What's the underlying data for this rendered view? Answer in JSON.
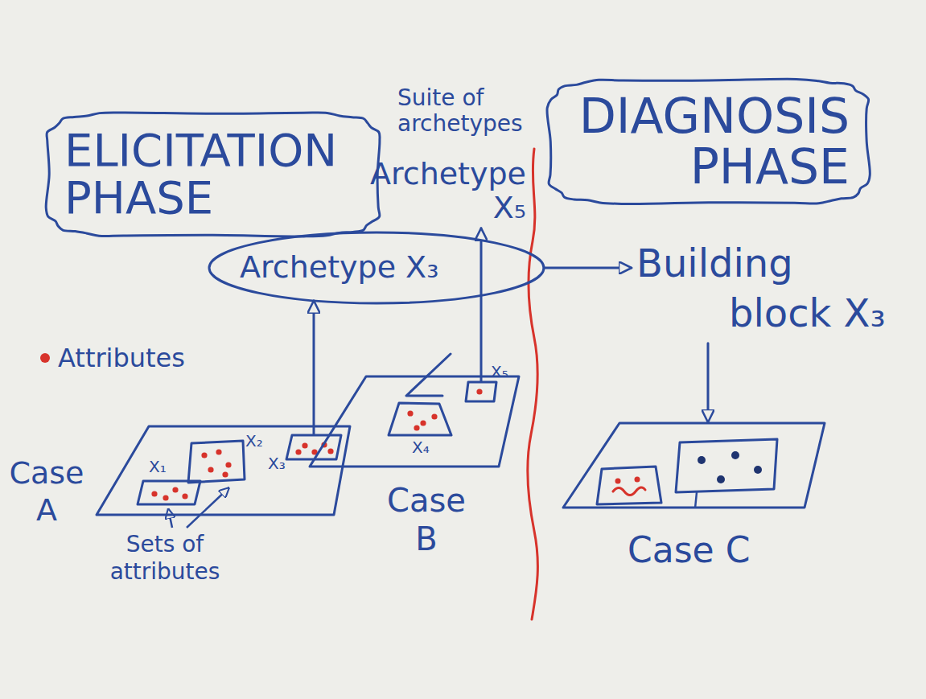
{
  "diagram": {
    "nodes": [
      {
        "text": [
          "ELICITATION PHASE"
        ]
      },
      {
        "text": [
          "DIAGNOSIS PHASE"
        ]
      },
      {
        "text": [
          "Archetype X₅"
        ]
      },
      {
        "text": [
          "Archetype X₃"
        ]
      },
      {
        "text": [
          "Building block X₃"
        ]
      },
      {
        "text": [
          "Case A"
        ]
      },
      {
        "text": [
          "X₁"
        ],
        "in": 5
      },
      {
        "text": [
          "X₂"
        ],
        "in": 5
      },
      {
        "text": [
          "X₃"
        ],
        "in": 5
      },
      {
        "text": [
          "Case B"
        ]
      },
      {
        "text": [
          "X₄"
        ],
        "in": 9
      },
      {
        "text": [
          "X₅"
        ],
        "in": 9
      },
      {
        "text": [
          "Case C"
        ]
      }
    ],
    "edges": [
      {
        "from": 8,
        "to": 3,
        "arrow": "to"
      },
      {
        "from": 11,
        "to": 2,
        "arrow": "to"
      },
      {
        "from": 3,
        "to": 4,
        "arrow": "to"
      },
      {
        "from": 4,
        "to": 12,
        "arrow": "to"
      }
    ],
    "labels": [
      "Suite of archetypes",
      "Sets of attributes"
    ],
    "legend": [
      {
        "text": "Attributes",
        "color": "#d7332b"
      }
    ]
  }
}
